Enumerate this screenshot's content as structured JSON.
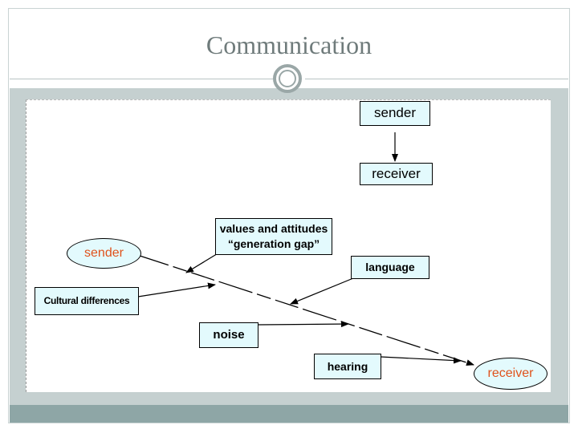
{
  "slide": {
    "title": "Communication"
  },
  "diagram": {
    "top_sender": "sender",
    "top_receiver": "receiver",
    "sender": "sender",
    "receiver": "receiver",
    "values_line1": "values and attitudes",
    "values_line2": "“generation gap”",
    "language": "language",
    "cultural": "Cultural differences",
    "noise": "noise",
    "hearing": "hearing"
  },
  "colors": {
    "box_fill": "#e3fafd",
    "sender_receiver_text": "#e0521c",
    "frame": "#c5d0d0",
    "bottom_bar": "#8ea6a6",
    "title": "#6f7b7b"
  }
}
